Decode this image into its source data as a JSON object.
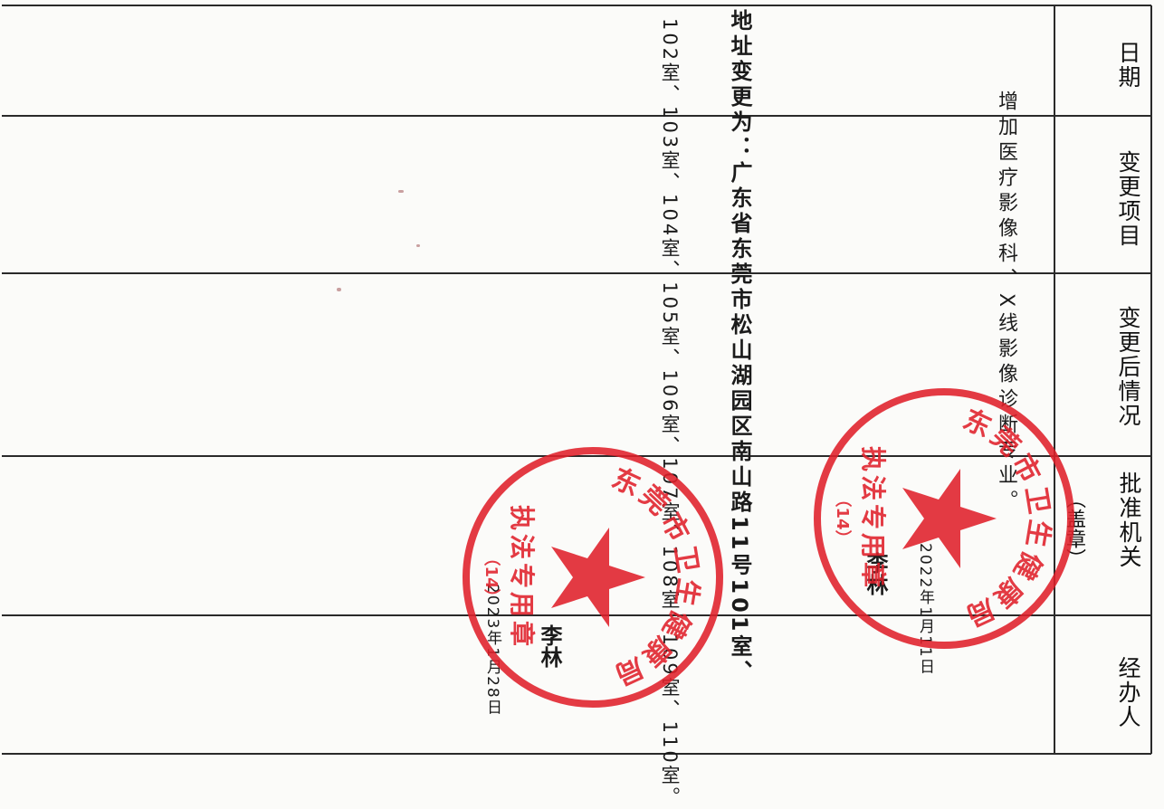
{
  "table": {
    "headers": [
      "日期",
      "变更项目",
      "变更后情况",
      "批准机关",
      "经办人"
    ],
    "header_sub": "（盖章）"
  },
  "entries": {
    "scope_note": "增加医疗影像科、X线影像诊断专业。",
    "address_line": "地址变更为：广东省东莞市松山湖园区南山路11号101室、",
    "rooms_line": "102室、103室、104室、105室、106室、107室、108室、109室、110室。",
    "date_1": "2022年1月11日",
    "date_2": "2023年1月28日",
    "signature": "李林"
  },
  "stamps": [
    {
      "top": "东莞市卫生健康局",
      "bottom": "执法专用章",
      "code": "（14）"
    },
    {
      "top": "东莞市卫生健康局",
      "bottom": "执法专用章",
      "code": "（14）"
    }
  ],
  "colors": {
    "stamp_red": "#e0202a",
    "ink": "#1b1b1b",
    "rule": "#2a2a2a",
    "paper": "#fbfbf9"
  }
}
